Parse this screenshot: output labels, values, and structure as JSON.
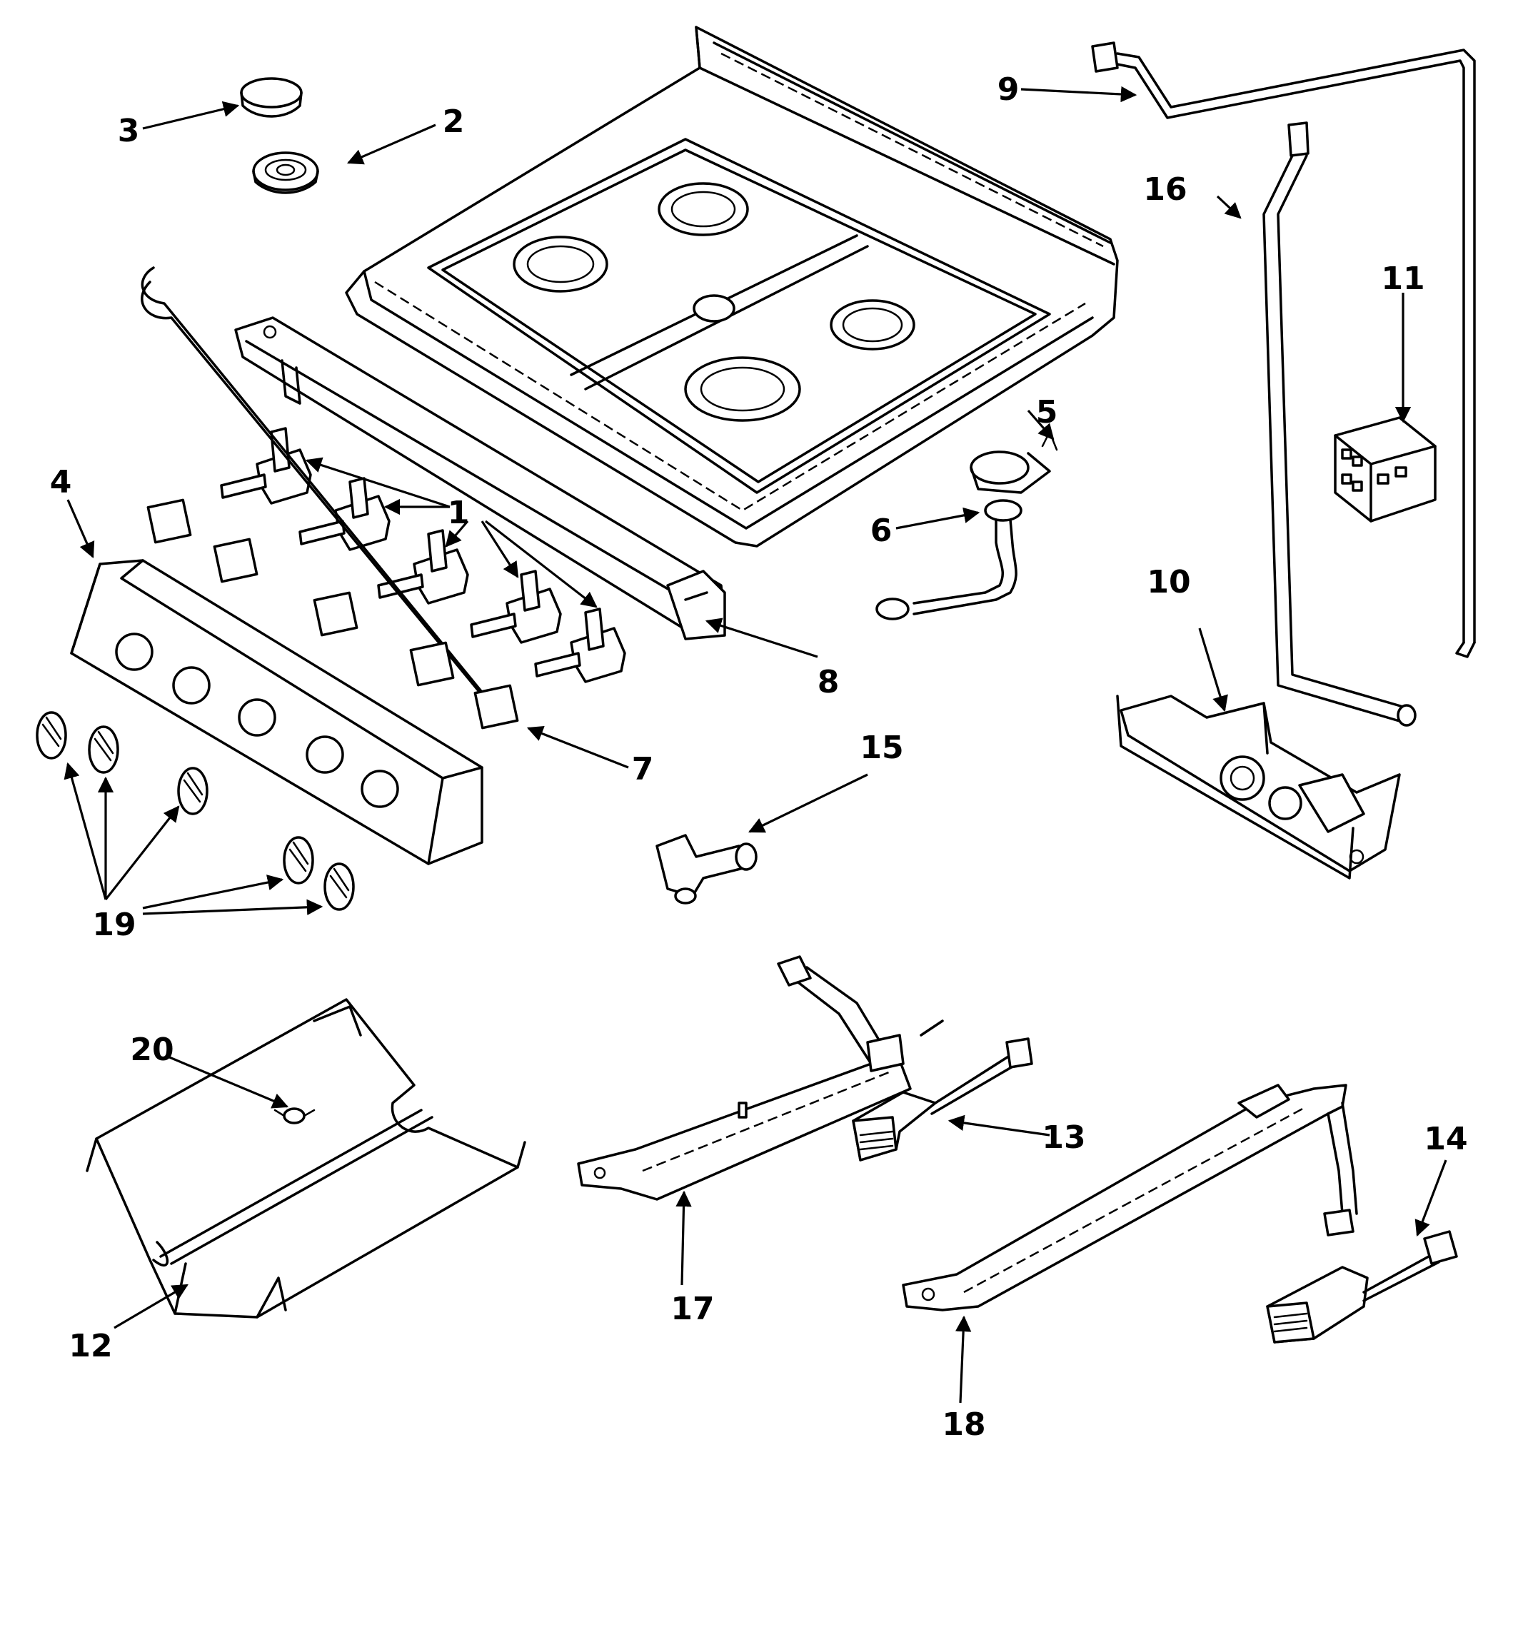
{
  "diagram": {
    "callouts": [
      "1",
      "2",
      "3",
      "4",
      "5",
      "6",
      "7",
      "8",
      "9",
      "10",
      "11",
      "12",
      "13",
      "14",
      "15",
      "16",
      "17",
      "18",
      "19",
      "20"
    ]
  },
  "colors": {
    "line": "#000000",
    "background": "#ffffff"
  }
}
